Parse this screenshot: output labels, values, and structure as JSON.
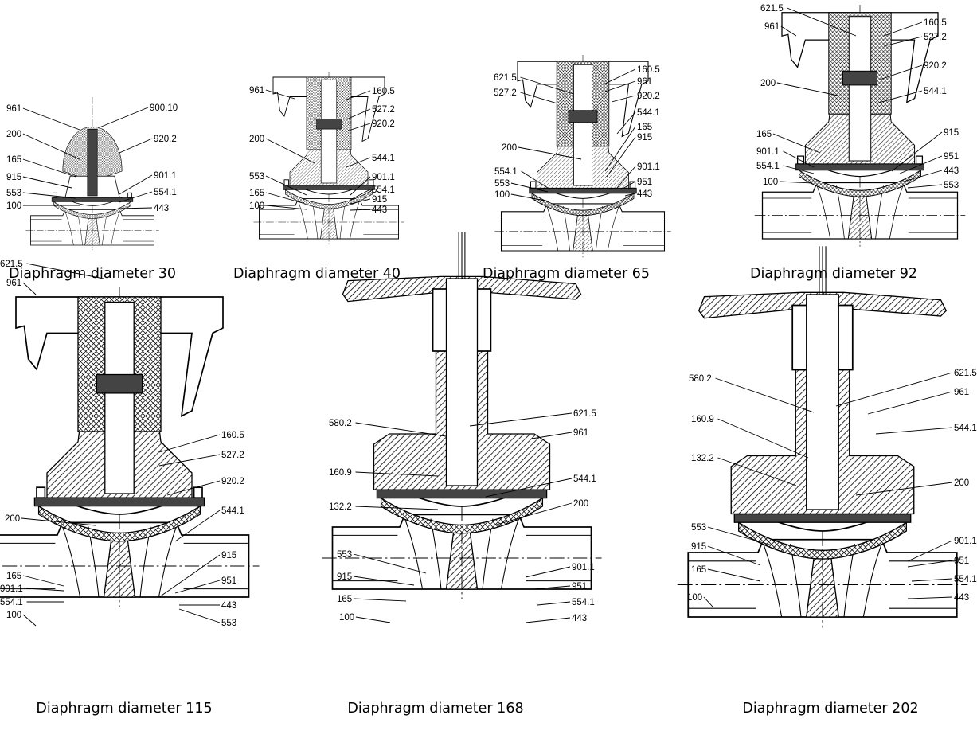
{
  "figures": [
    {
      "caption": "Diaphragm diameter 30",
      "left_labels": [
        "961",
        "200",
        "165",
        "915",
        "553",
        "100"
      ],
      "right_labels": [
        "900.10",
        "920.2",
        "901.1",
        "554.1",
        "443"
      ]
    },
    {
      "caption": "Diaphragm diameter 40",
      "left_labels": [
        "961",
        "200",
        "553",
        "165",
        "100"
      ],
      "right_labels": [
        "160.5",
        "527.2",
        "920.2",
        "544.1",
        "901.1",
        "554.1",
        "915",
        "443"
      ]
    },
    {
      "caption": "Diaphragm diameter 65",
      "left_labels": [
        "621.5",
        "527.2",
        "200",
        "554.1",
        "553",
        "100"
      ],
      "right_labels": [
        "160.5",
        "961",
        "920.2",
        "544.1",
        "165",
        "915",
        "901.1",
        "951",
        "443"
      ]
    },
    {
      "caption": "Diaphragm diameter 92",
      "left_labels": [
        "621.5",
        "961",
        "200",
        "165",
        "901.1",
        "554.1",
        "100"
      ],
      "right_labels": [
        "160.5",
        "527.2",
        "920.2",
        "544.1",
        "915",
        "951",
        "443",
        "553"
      ]
    },
    {
      "caption": "Diaphragm diameter 115",
      "left_labels": [
        "621.5",
        "961",
        "200",
        "165",
        "901.1",
        "554.1",
        "100"
      ],
      "right_labels": [
        "160.5",
        "527.2",
        "920.2",
        "544.1",
        "915",
        "951",
        "443",
        "553"
      ]
    },
    {
      "caption": "Diaphragm diameter 168",
      "left_labels": [
        "580.2",
        "160.9",
        "132.2",
        "553",
        "915",
        "165",
        "100"
      ],
      "right_labels": [
        "621.5",
        "961",
        "544.1",
        "200",
        "901.1",
        "951",
        "554.1",
        "443"
      ]
    },
    {
      "caption": "Diaphragm diameter 202",
      "left_labels": [
        "580.2",
        "160.9",
        "132.2",
        "553",
        "915",
        "165",
        "100"
      ],
      "right_labels": [
        "621.5",
        "961",
        "544.1",
        "200",
        "901.1",
        "951",
        "554.1",
        "443"
      ]
    }
  ]
}
